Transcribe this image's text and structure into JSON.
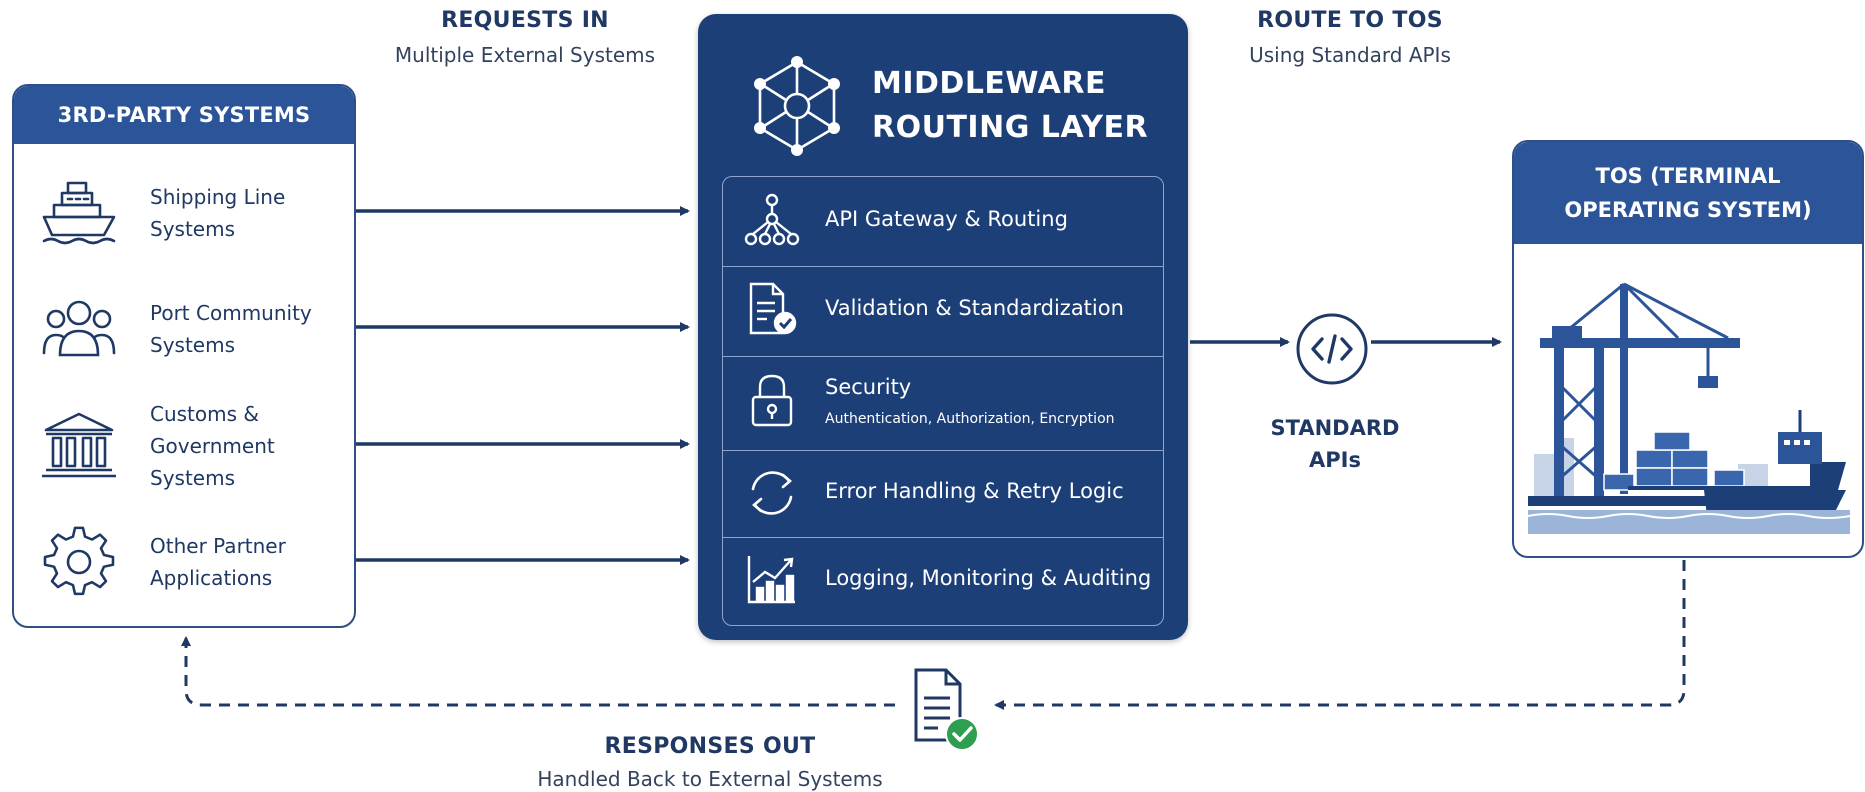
{
  "colors": {
    "navy": "#1f3864",
    "panel_blue": "#2c5499",
    "middleware_bg": "#1d3f78",
    "check_green": "#2e9e4f"
  },
  "requests_in": {
    "title": "REQUESTS IN",
    "subtitle": "Multiple External Systems"
  },
  "route_to_tos": {
    "title": "ROUTE TO TOS",
    "subtitle": "Using Standard APIs"
  },
  "responses_out": {
    "title": "RESPONSES OUT",
    "subtitle": "Handled Back to External Systems"
  },
  "third_party": {
    "title": "3RD-PARTY SYSTEMS",
    "items": [
      {
        "label": "Shipping Line\nSystems",
        "icon": "ship-icon"
      },
      {
        "label": "Port Community\nSystems",
        "icon": "people-icon"
      },
      {
        "label": "Customs &\nGovernment\nSystems",
        "icon": "government-building-icon"
      },
      {
        "label": "Other Partner\nApplications",
        "icon": "gear-icon"
      }
    ]
  },
  "middleware": {
    "title": "MIDDLEWARE\nROUTING LAYER",
    "logo_icon": "network-hub-icon",
    "items": [
      {
        "label": "API Gateway & Routing",
        "sub": "",
        "icon": "network-tree-icon"
      },
      {
        "label": "Validation & Standardization",
        "sub": "",
        "icon": "document-check-icon"
      },
      {
        "label": "Security",
        "sub": "Authentication, Authorization, Encryption",
        "icon": "lock-icon"
      },
      {
        "label": "Error Handling & Retry Logic",
        "sub": "",
        "icon": "refresh-icon"
      },
      {
        "label": "Logging, Monitoring & Auditing",
        "sub": "",
        "icon": "chart-trend-icon"
      }
    ]
  },
  "standard_apis": {
    "label": "STANDARD\nAPIs",
    "icon": "code-icon"
  },
  "tos": {
    "title": "TOS (TERMINAL\nOPERATING SYSTEM)",
    "illustration": "port-crane-ship-illustration"
  },
  "response_icon": "document-checkmark-icon"
}
